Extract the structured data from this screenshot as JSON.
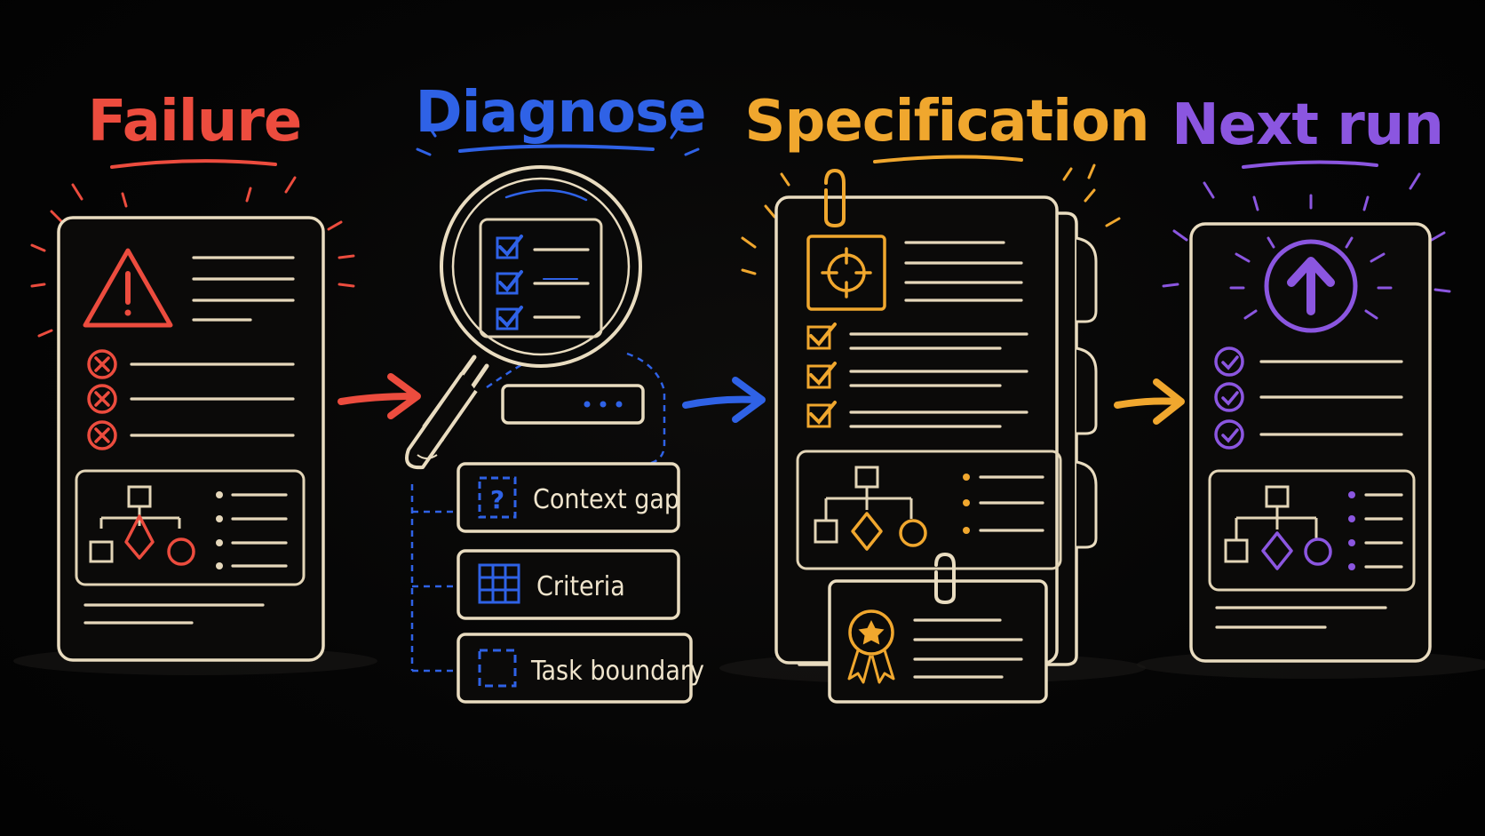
{
  "stages": [
    {
      "title": "Failure",
      "color": "#ec4c3e"
    },
    {
      "title": "Diagnose",
      "color": "#2f62e6"
    },
    {
      "title": "Specification",
      "color": "#f0a72e"
    },
    {
      "title": "Next run",
      "color": "#8b56e0"
    }
  ],
  "diagnose_items": [
    {
      "label": "Context gap",
      "icon": "question-box-icon"
    },
    {
      "label": "Criteria",
      "icon": "grid-icon"
    },
    {
      "label": "Task boundary",
      "icon": "dashed-square-icon"
    }
  ],
  "colors": {
    "background": "#030303",
    "paper_stroke": "#e9dcc0",
    "failure": "#ec4c3e",
    "diagnose": "#2f62e6",
    "specification": "#f0a72e",
    "next_run": "#8b56e0"
  },
  "icons": [
    "warning-icon",
    "x-circle-icon",
    "flowchart-icon",
    "magnifier-icon",
    "checkbox-icon",
    "ellipsis-field-icon",
    "crosshair-icon",
    "ribbon-badge-icon",
    "paperclip-icon",
    "arrow-up-circle-icon",
    "check-circle-icon",
    "arrow-right-icon"
  ]
}
